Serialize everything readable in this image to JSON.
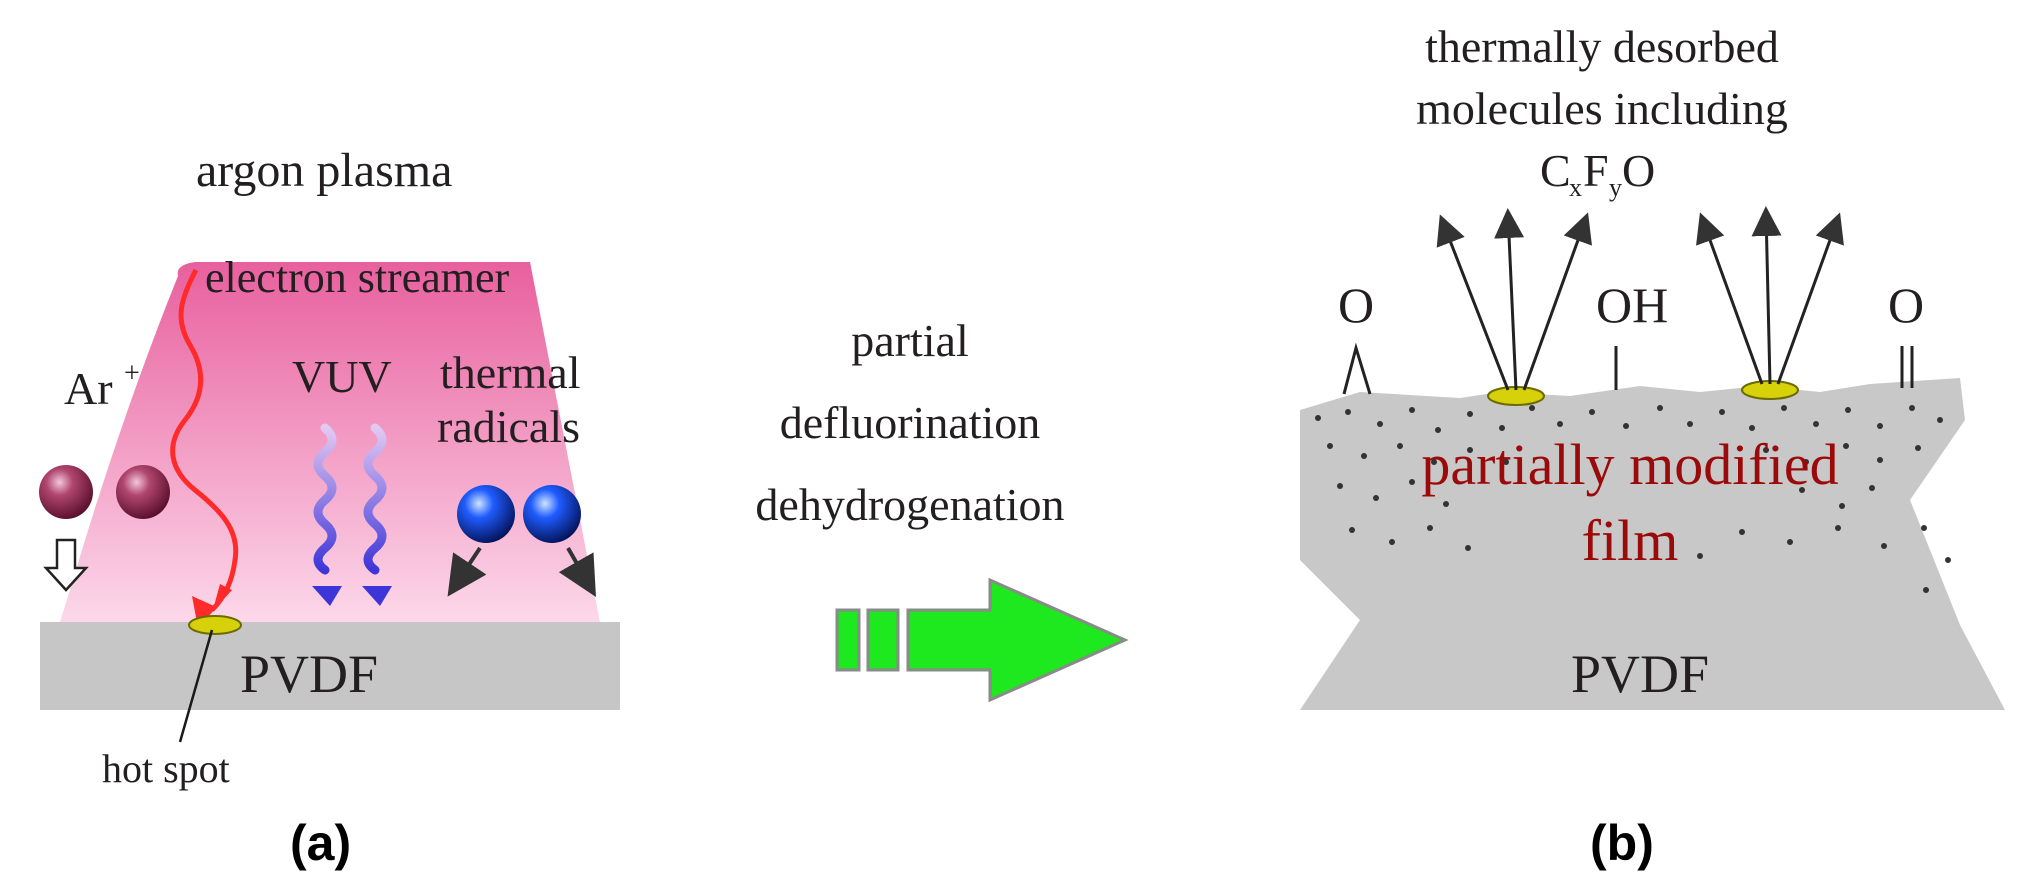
{
  "panel_a": {
    "title": "argon plasma",
    "electron_label": "electron streamer",
    "vuv_label": "VUV",
    "ion_label": "Ar",
    "ion_charge": "+",
    "thermal_label_1": "thermal",
    "thermal_label_2": "radicals",
    "substrate_label": "PVDF",
    "hotspot_label": "hot spot",
    "caption": "(a)"
  },
  "middle": {
    "line1": "partial",
    "line2": "defluorination",
    "line3": "dehydrogenation"
  },
  "panel_b": {
    "desorbed_line1": "thermally desorbed",
    "desorbed_line2": "molecules including",
    "formula_c": "C",
    "formula_x": "x",
    "formula_f": "F",
    "formula_y": "y",
    "formula_o": "O",
    "group_o_left": "O",
    "group_oh": "OH",
    "group_o_right": "O",
    "modified_line1": "partially modified",
    "modified_line2": "film",
    "substrate_label": "PVDF",
    "caption": "(b)"
  },
  "colors": {
    "plasma_top": "#e8609e",
    "plasma_bottom": "#fbd3e6",
    "substrate": "#c6c6c6",
    "streamer": "#ff2a2a",
    "vuv": "#6a5ad6",
    "ion": "#8a1c4a",
    "radical": "#0a2fd6",
    "process_arrow": "#1ee81e",
    "hot_spot": "#c8c800",
    "modified_text": "#9b0a0a"
  }
}
